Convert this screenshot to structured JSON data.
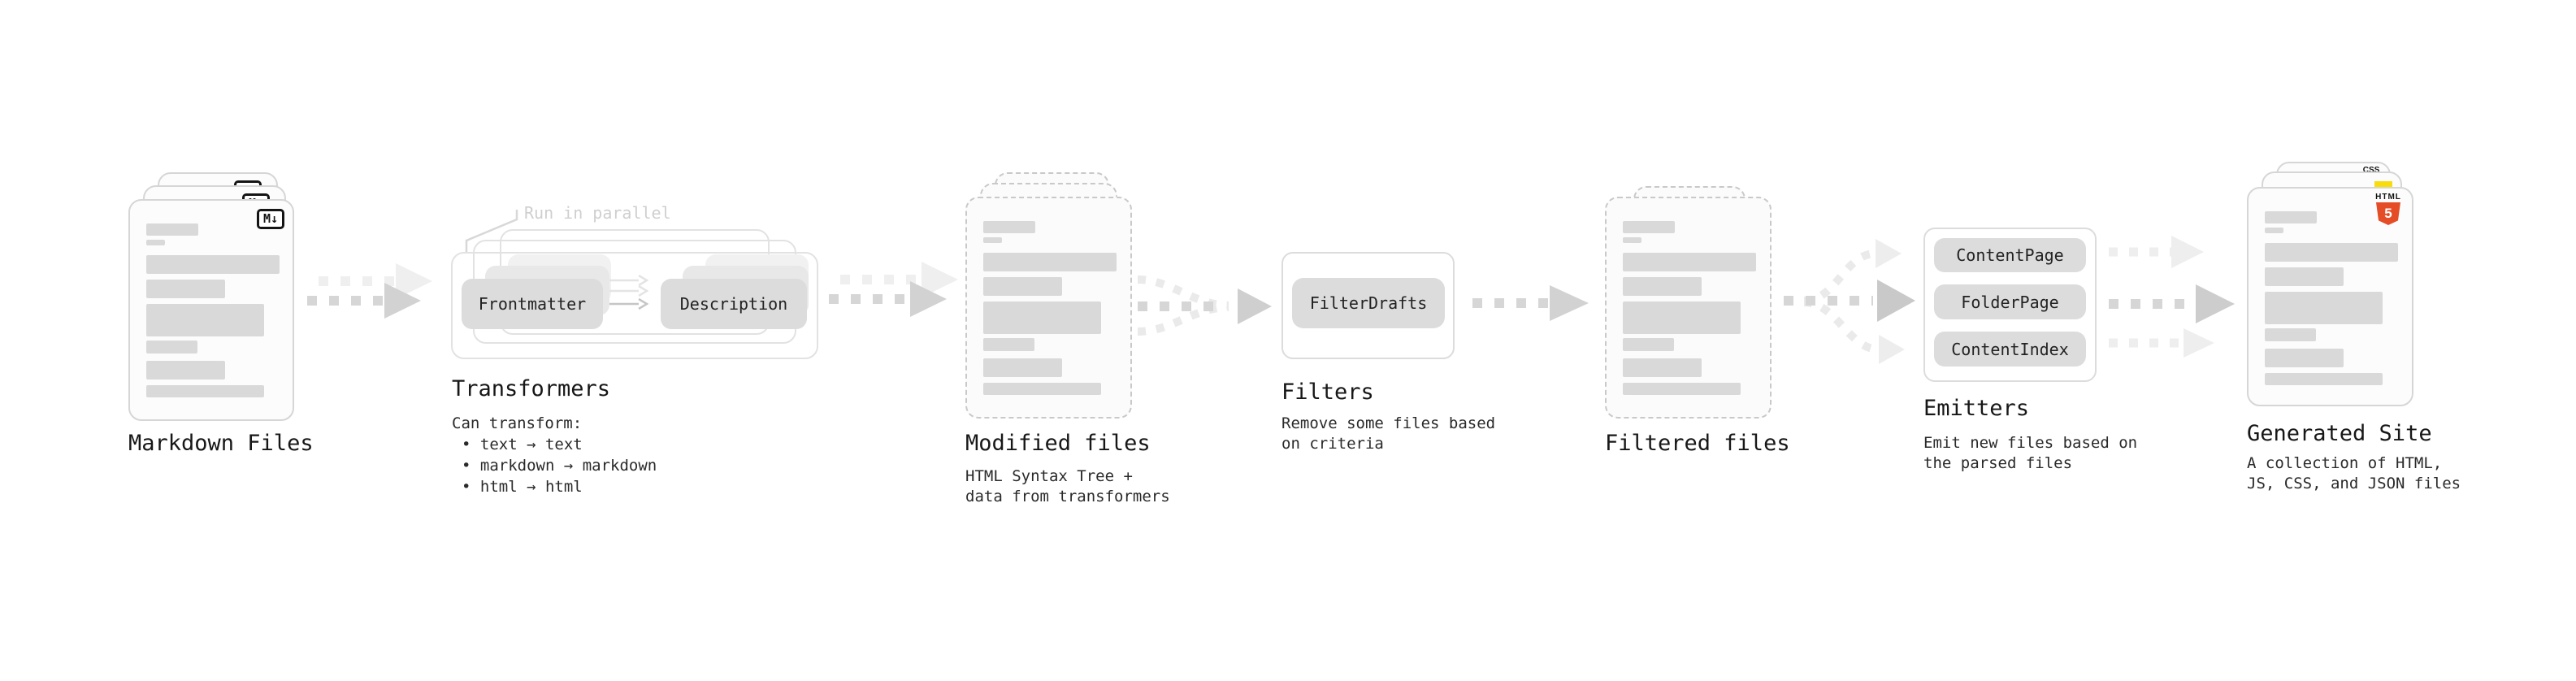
{
  "stages": {
    "markdown": {
      "title": "Markdown Files",
      "badge": "M↓"
    },
    "transformers": {
      "title": "Transformers",
      "parallel": "Run in parallel",
      "pill1": "Frontmatter",
      "pill2": "Description",
      "subtitle": "Can transform:",
      "bullet1": "• text → text",
      "bullet2": "• markdown → markdown",
      "bullet3": "• html → html"
    },
    "modified": {
      "title": "Modified files",
      "line1": "HTML Syntax Tree +",
      "line2": "data from transformers"
    },
    "filters": {
      "title": "Filters",
      "pill": "FilterDrafts",
      "line1": "Remove some files based",
      "line2": "on criteria"
    },
    "filtered": {
      "title": "Filtered files"
    },
    "emitters": {
      "title": "Emitters",
      "pill1": "ContentPage",
      "pill2": "FolderPage",
      "pill3": "ContentIndex",
      "line1": "Emit new files based on",
      "line2": "the parsed files"
    },
    "generated": {
      "title": "Generated Site",
      "line1": "A collection of HTML,",
      "line2": "JS, CSS, and JSON files",
      "badge_css": "CSS",
      "badge_html": "HTML",
      "badge_html_num": "5"
    }
  },
  "colors": {
    "skeleton": "#d9d9d9",
    "pill_bg": "#dcdcdc",
    "arrow": "#d6d6d6",
    "arrow_light": "#efefef",
    "js_yellow": "#f8dc0c",
    "css_blue": "#2b6bf3",
    "html_orange": "#e44d26"
  }
}
